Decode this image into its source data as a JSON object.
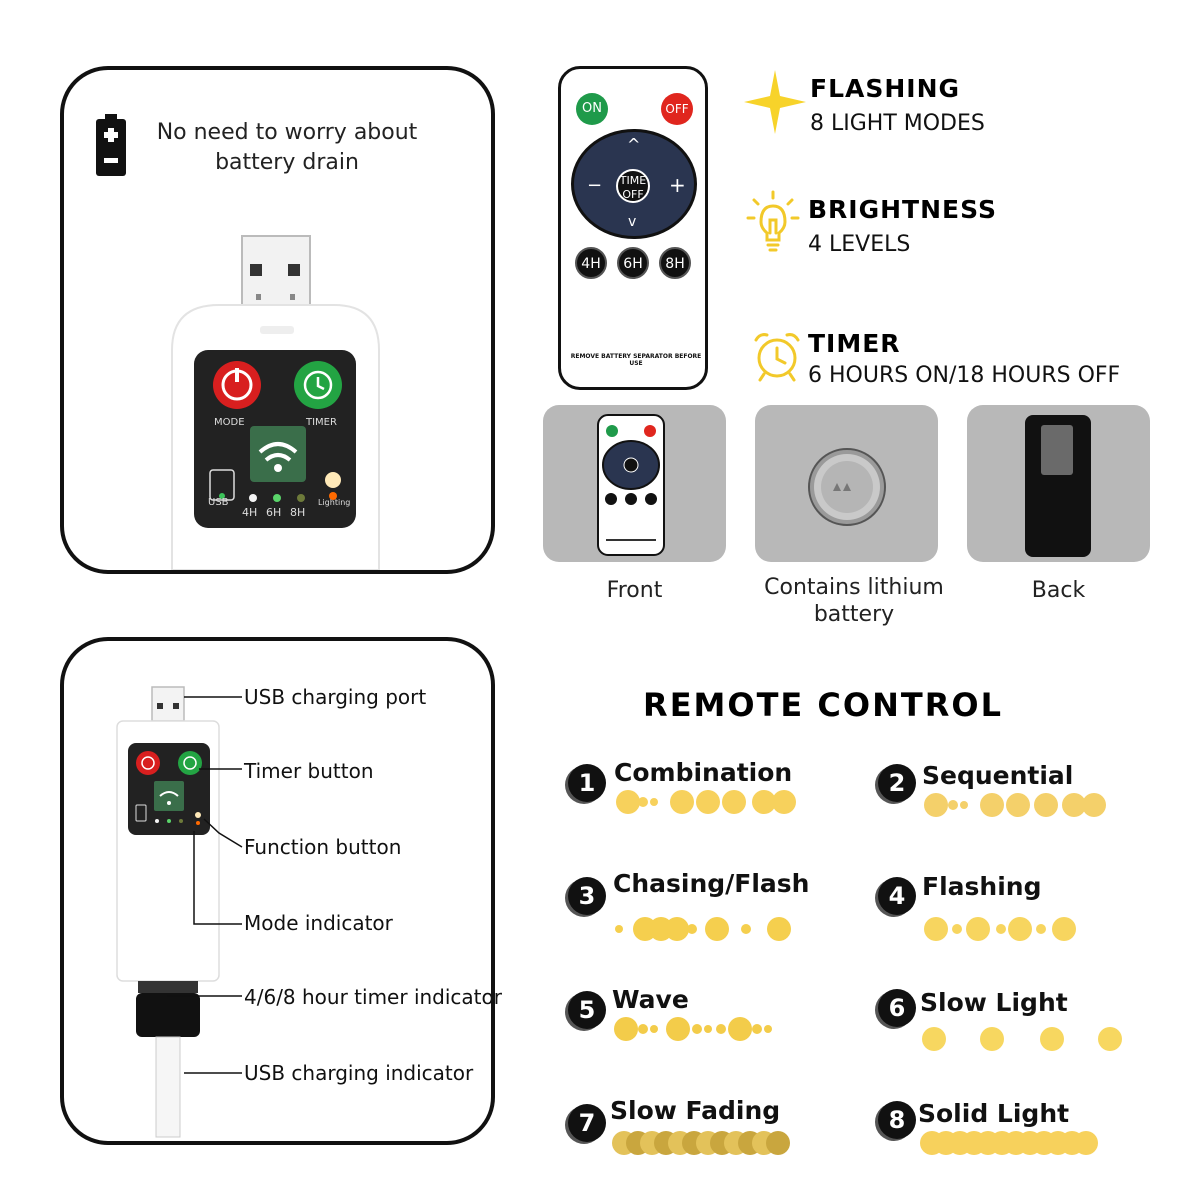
{
  "top_panel": {
    "battery_note": "No need to worry about battery drain",
    "device_labels": {
      "mode": "MODE",
      "timer": "TIMER",
      "usb": "USB",
      "lighting": "Lighting",
      "h4": "4H",
      "h6": "6H",
      "h8": "8H"
    }
  },
  "remote": {
    "on": "ON",
    "off": "OFF",
    "time_off": "TIME OFF",
    "minus": "−",
    "plus": "+",
    "up": "^",
    "down": "v",
    "h4": "4H",
    "h6": "6H",
    "h8": "8H",
    "footer": "REMOVE BATTERY SEPARATOR BEFORE USE"
  },
  "features": [
    {
      "title": "FLASHING",
      "sub": "8 LIGHT MODES",
      "icon": "sparkle-icon"
    },
    {
      "title": "BRIGHTNESS",
      "sub": "4 LEVELS",
      "icon": "lightbulb-icon"
    },
    {
      "title": "TIMER",
      "sub": "6 HOURS ON/18 HOURS OFF",
      "icon": "alarm-clock-icon"
    }
  ],
  "photos": {
    "front": "Front",
    "battery": "Contains lithium battery",
    "back": "Back"
  },
  "bottom_panel": {
    "callouts": [
      "USB charging port",
      "Timer button",
      "Function button",
      "Mode indicator",
      "4/6/8 hour timer indicator",
      "USB charging indicator"
    ]
  },
  "remote_control": {
    "heading": "REMOTE CONTROL",
    "modes": [
      {
        "num": "1",
        "name": "Combination"
      },
      {
        "num": "2",
        "name": "Sequential"
      },
      {
        "num": "3",
        "name": "Chasing/Flash"
      },
      {
        "num": "4",
        "name": "Flashing"
      },
      {
        "num": "5",
        "name": "Wave"
      },
      {
        "num": "6",
        "name": "Slow Light"
      },
      {
        "num": "7",
        "name": "Slow Fading"
      },
      {
        "num": "8",
        "name": "Solid Light"
      }
    ]
  },
  "colors": {
    "dot": "#f7d15c",
    "on_green": "#1f9a4a",
    "off_red": "#e0261e",
    "remote_dial": "#2a3550"
  }
}
